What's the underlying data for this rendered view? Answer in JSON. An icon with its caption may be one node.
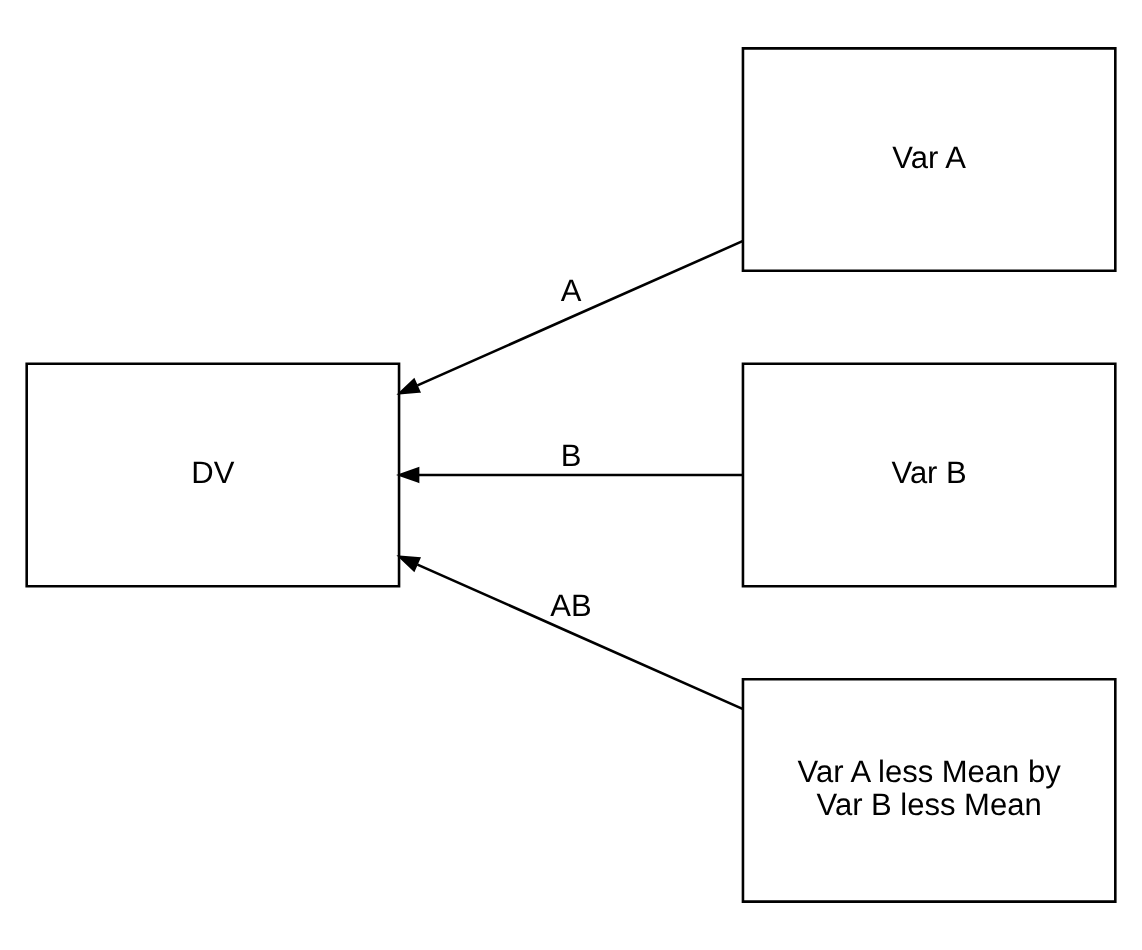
{
  "diagram": {
    "nodes": [
      {
        "text": [
          "DV"
        ]
      },
      {
        "text": [
          "Var A"
        ]
      },
      {
        "text": [
          "Var B"
        ]
      },
      {
        "text": [
          "Var A less Mean by Var B less Mean"
        ]
      }
    ],
    "edges": [
      {
        "from": 1,
        "to": 0,
        "arrow": "to",
        "label": "A"
      },
      {
        "from": 2,
        "to": 0,
        "arrow": "to",
        "label": "B"
      },
      {
        "from": 3,
        "to": 0,
        "arrow": "to",
        "label": "AB"
      }
    ]
  }
}
